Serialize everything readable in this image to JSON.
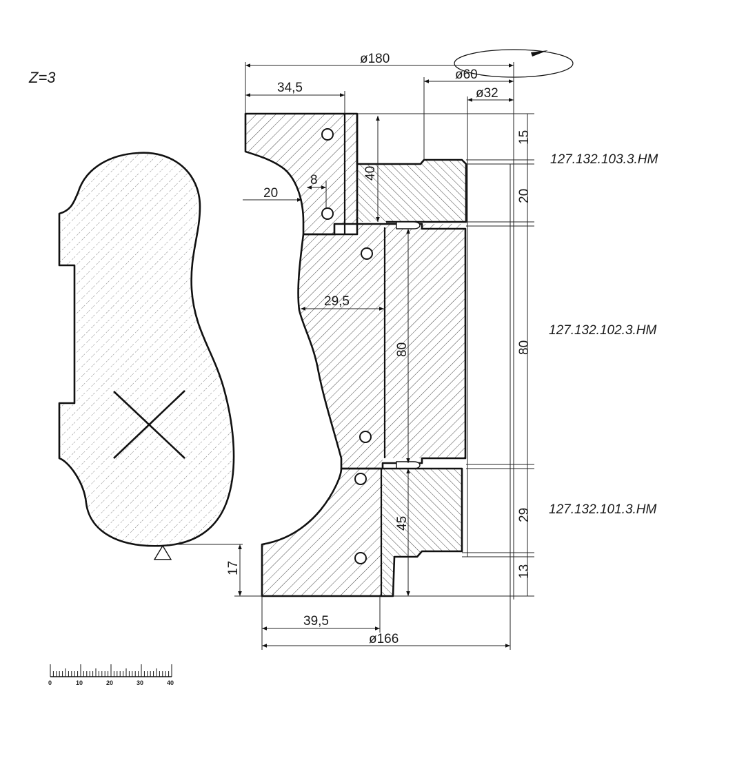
{
  "drawing": {
    "teeth_label": "Z=3",
    "dimensions": {
      "d180": "ø180",
      "d60": "ø60",
      "d32": "ø32",
      "d166": "ø166",
      "w34_5": "34,5",
      "w20": "20",
      "w8": "8",
      "h40": "40",
      "w29_5": "29,5",
      "h80_inner": "80",
      "h45": "45",
      "w39_5": "39,5",
      "h17": "17",
      "r15": "15",
      "r20": "20",
      "r80": "80",
      "r29": "29",
      "r13": "13"
    },
    "part_numbers": [
      "127.132.103.3.HM",
      "127.132.102.3.HM",
      "127.132.101.3.HM"
    ],
    "scale": {
      "labels": [
        "0",
        "10",
        "20",
        "30",
        "40"
      ]
    },
    "colors": {
      "line": "#111111",
      "paper": "#ffffff"
    }
  }
}
